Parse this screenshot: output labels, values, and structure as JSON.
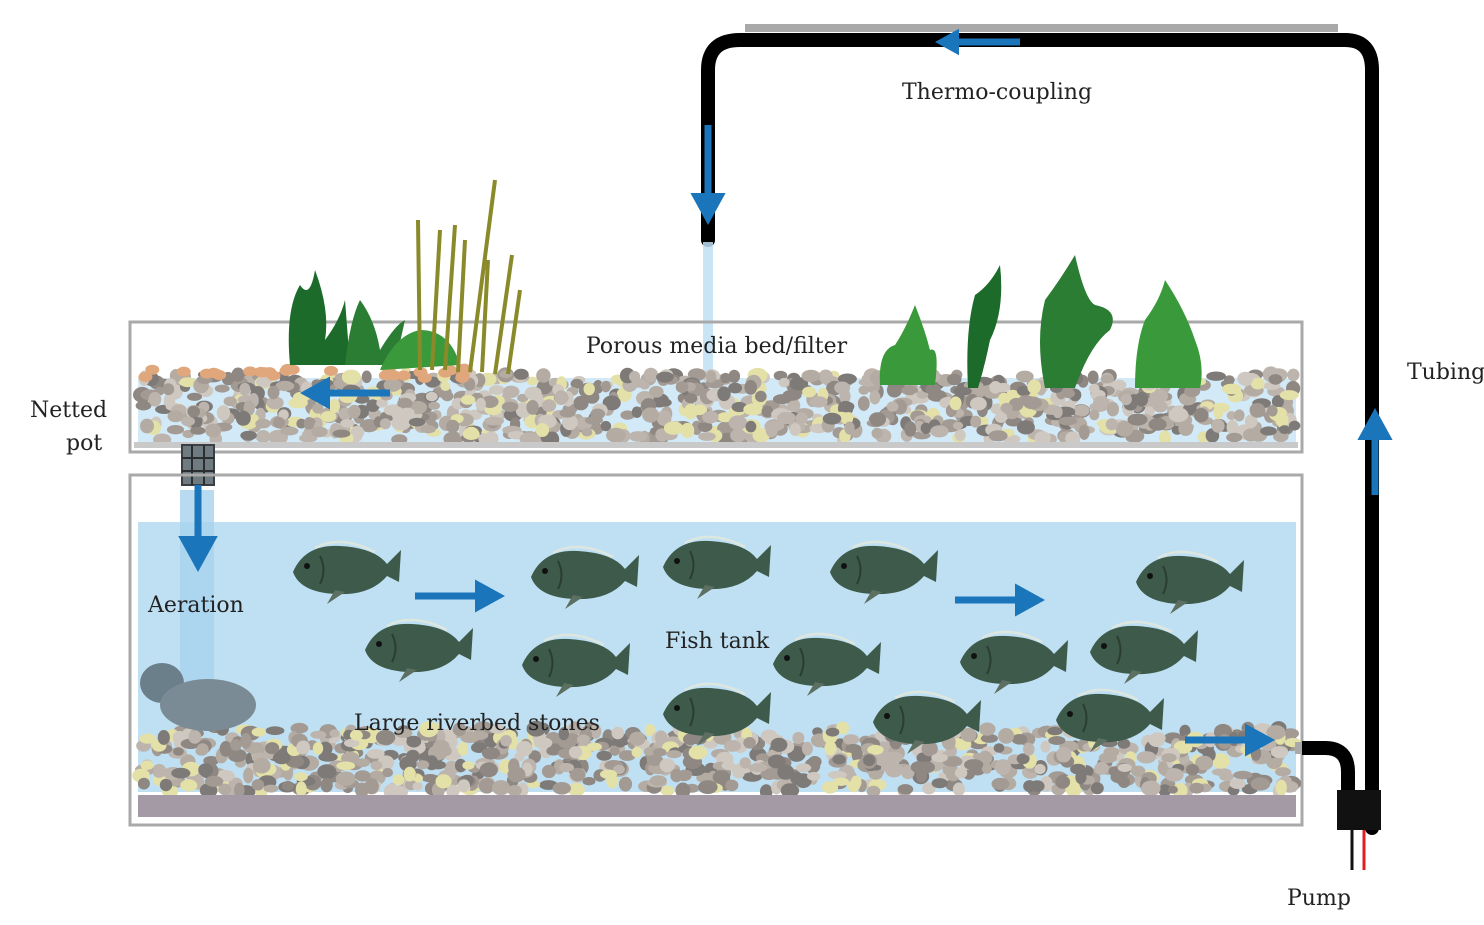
{
  "labels": {
    "thermo_coupling": "Thermo-coupling",
    "porous_media": "Porous media bed/filter",
    "tubing": "Tubing",
    "netted_pot_line1": "Netted",
    "netted_pot_line2": "pot",
    "aeration": "Aeration",
    "fish_tank": "Fish tank",
    "riverbed_stones": "Large riverbed stones",
    "pump": "Pump"
  },
  "colors": {
    "water": "#bfe0f3",
    "flow_arrow": "#1b75bb",
    "tubing": "#000000",
    "tank_frame": "#a9a9a9",
    "tank_floor": "#a49aa6",
    "plant_dark": "#1d6b2a",
    "plant_light": "#3a9a3b",
    "reed": "#8a8a2a",
    "fish": "#3d5a4a"
  },
  "icons": {
    "flow": "arrow-icon",
    "fish": "fish-icon",
    "plant": "plant-icon",
    "pump": "pump-icon"
  }
}
